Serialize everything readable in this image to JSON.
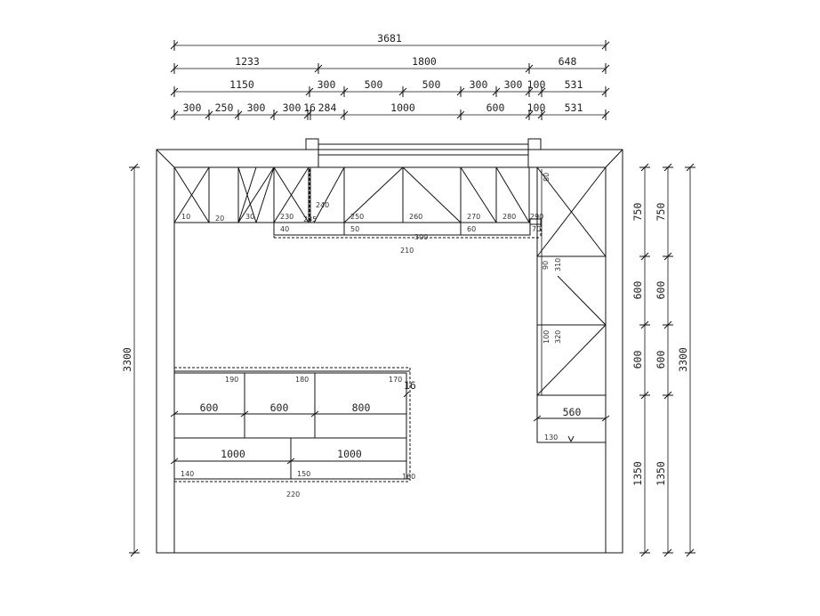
{
  "top_dimensions": {
    "overall": "3681",
    "row2": [
      "1233",
      "1800",
      "648"
    ],
    "row3": [
      "1150",
      "300",
      "500",
      "500",
      "300",
      "300",
      "100",
      "531"
    ],
    "row4": [
      "300",
      "250",
      "300",
      "300",
      "16",
      "284",
      "1000",
      "600",
      "100",
      "531"
    ]
  },
  "right_dimensions": {
    "col1": [
      "750",
      "600",
      "600",
      "1350"
    ],
    "col2": [
      "750",
      "600",
      "600",
      "1350"
    ],
    "total": "3300"
  },
  "left_dimensions": {
    "total": "3300"
  },
  "upper_run_labels": [
    "10",
    "20",
    "30",
    "230",
    "235",
    "240",
    "250",
    "260",
    "270",
    "280",
    "290",
    "40",
    "50",
    "300",
    "60",
    "70",
    "210"
  ],
  "right_run_labels": [
    "80",
    "90",
    "310",
    "100",
    "320",
    "560",
    "130"
  ],
  "island": {
    "top_labels": [
      "190",
      "180",
      "170"
    ],
    "width_row1": [
      "600",
      "600",
      "800"
    ],
    "width_row2": [
      "1000",
      "1000"
    ],
    "bottom_labels": [
      "140",
      "150",
      "160"
    ],
    "depth": "16",
    "base_label": "220"
  }
}
